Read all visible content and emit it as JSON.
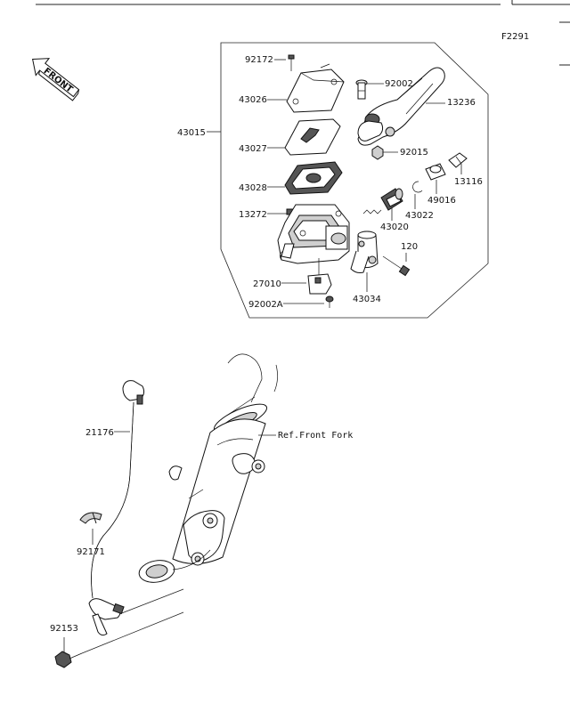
{
  "figure_code": "F2291",
  "direction_label": "FRONT",
  "reference_label": "Ref.Front Fork",
  "parts": {
    "p92172": "92172",
    "p43026": "43026",
    "p43015": "43015",
    "p43027": "43027",
    "p43028": "43028",
    "p13272": "13272",
    "p27010": "27010",
    "p92002A": "92002A",
    "p92002": "92002",
    "p13236": "13236",
    "p92015": "92015",
    "p13116": "13116",
    "p49016": "49016",
    "p43022": "43022",
    "p43020": "43020",
    "p120": "120",
    "p43034": "43034",
    "p21176": "21176",
    "p92171": "92171",
    "p92153": "92153"
  }
}
